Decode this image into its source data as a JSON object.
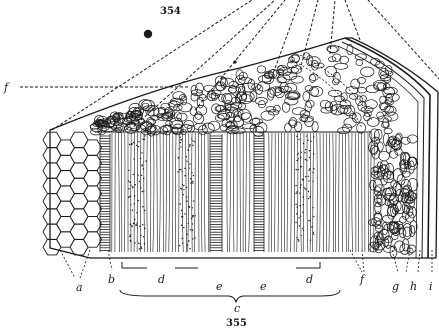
{
  "figure": {
    "top_number": "354",
    "bottom_number": "355"
  },
  "labels": {
    "a": "a",
    "b": "b",
    "c": "c",
    "d1": "d",
    "e1": "e",
    "e2": "e",
    "d2": "d",
    "f_bottom": "f",
    "g": "g",
    "h": "h",
    "i": "i",
    "f_left": "f"
  },
  "colors": {
    "ink": "#1a1a1a",
    "paper": "#ffffff"
  }
}
